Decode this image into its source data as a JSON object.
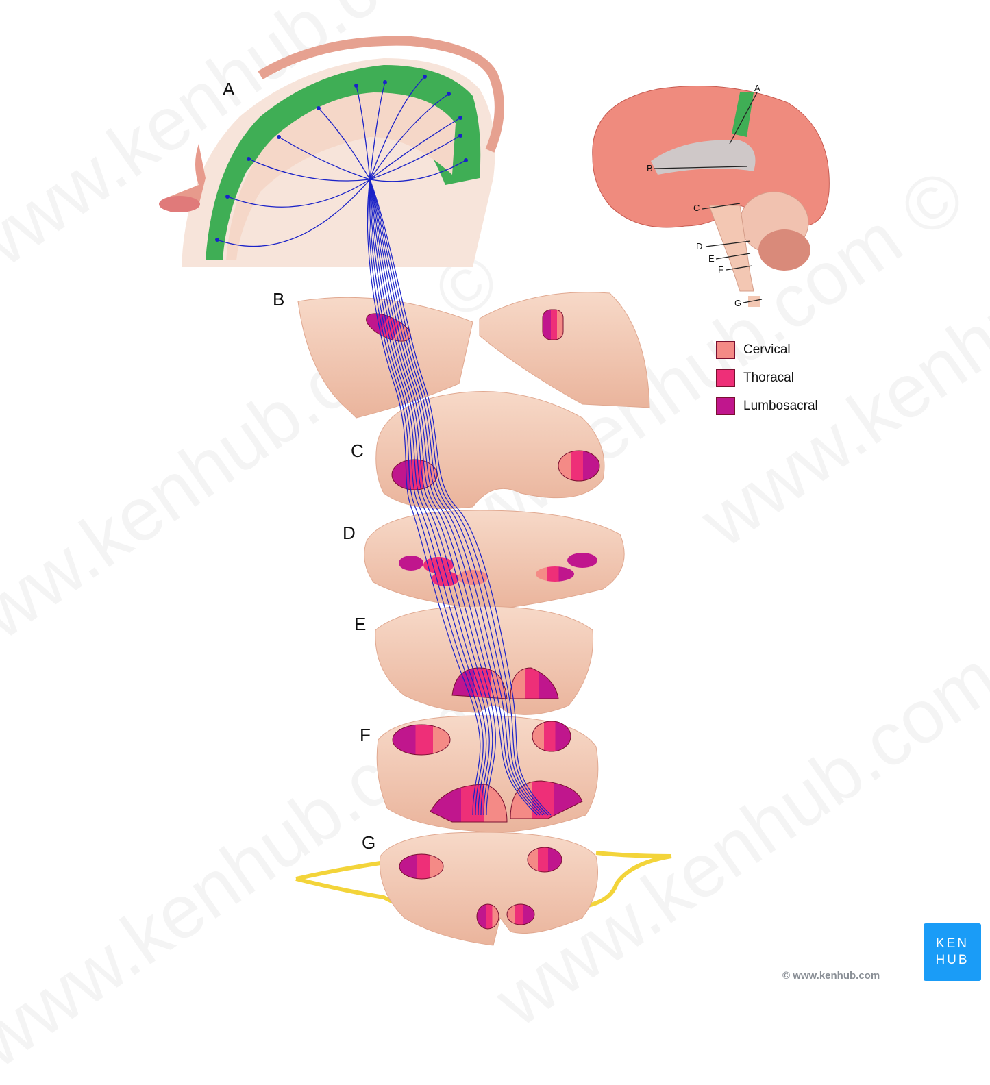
{
  "section_labels": [
    "A",
    "B",
    "C",
    "D",
    "E",
    "F",
    "G"
  ],
  "inset_labels": [
    "A",
    "B",
    "C",
    "D",
    "E",
    "F",
    "G"
  ],
  "legend": [
    {
      "label": "Cervical",
      "color": "#f48a86"
    },
    {
      "label": "Thoracal",
      "color": "#ee2f78"
    },
    {
      "label": "Lumbosacral",
      "color": "#c0168d"
    }
  ],
  "colors": {
    "motor_cortex": "#3fae55",
    "fibers": "#1a22c8",
    "tissue": "#f4cdb9",
    "nerve": "#f3d43a"
  },
  "logo": {
    "line1": "KEN",
    "line2": "HUB"
  },
  "copyright": "© www.kenhub.com",
  "watermark": "www.kenhub.com ©"
}
